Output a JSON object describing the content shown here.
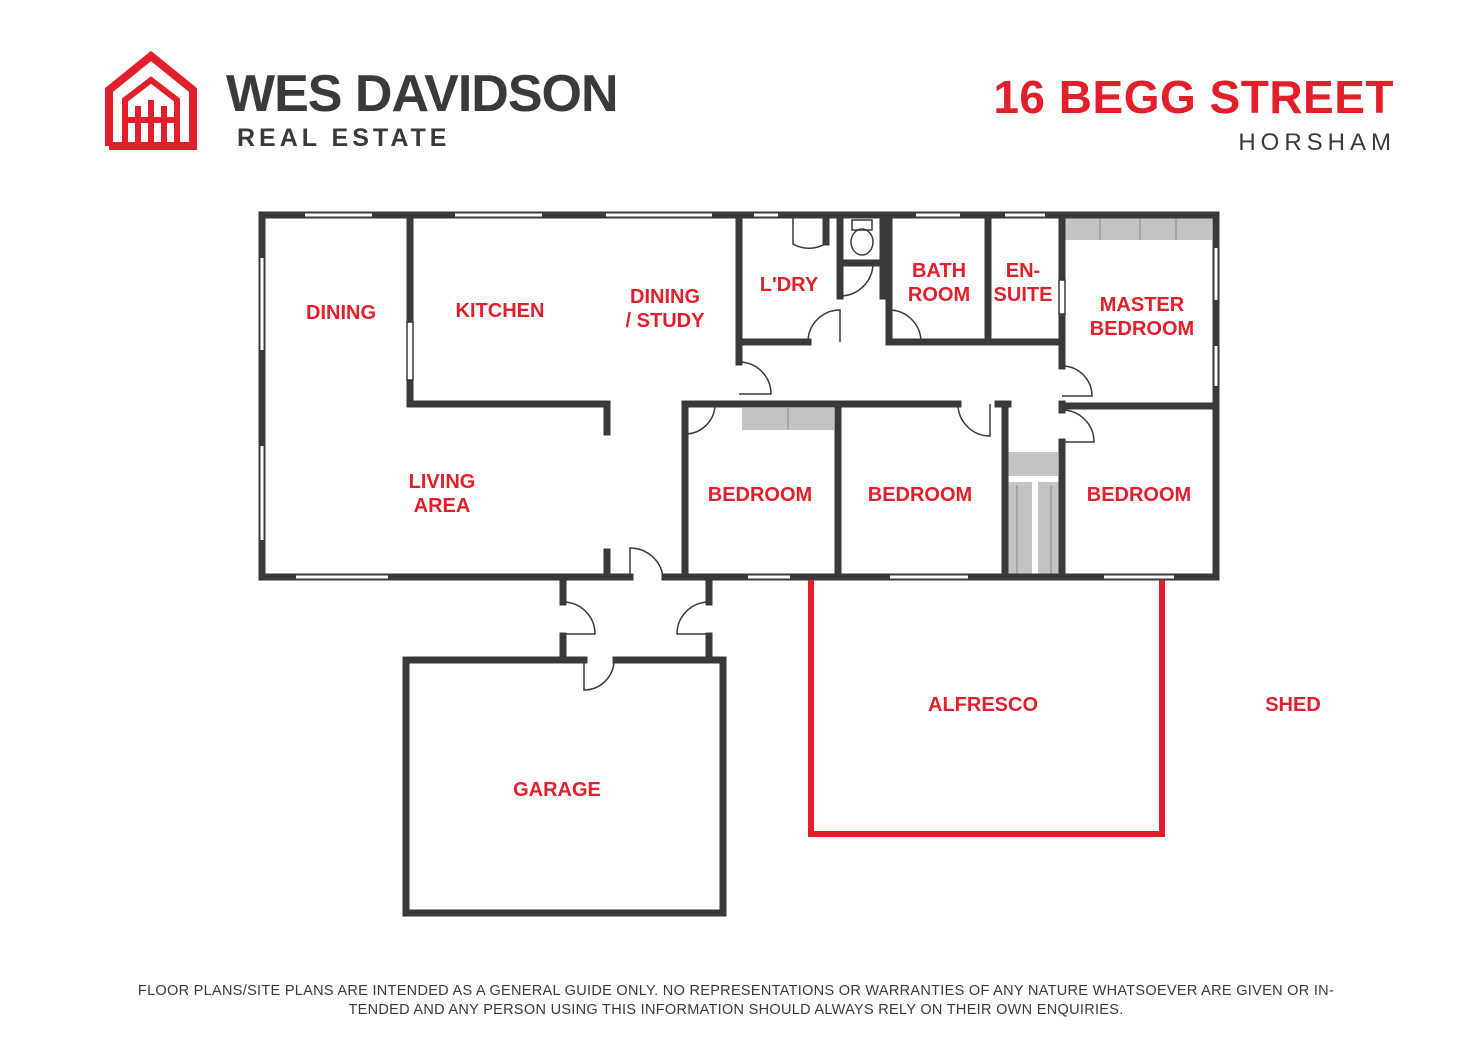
{
  "brand": {
    "name": "WES DAVIDSON",
    "subtitle": "REAL ESTATE",
    "logo_icon": "house-logo-icon",
    "color": "#e21f2a"
  },
  "property": {
    "address": "16 BEGG STREET",
    "suburb": "HORSHAM"
  },
  "rooms": {
    "dining": "DINING",
    "kitchen": "KITCHEN",
    "dining_study_1": "DINING",
    "dining_study_2": "/ STUDY",
    "laundry": "L'DRY",
    "bathroom_1": "BATH",
    "bathroom_2": "ROOM",
    "ensuite_1": "EN-",
    "ensuite_2": "SUITE",
    "master_1": "MASTER",
    "master_2": "BEDROOM",
    "living_1": "LIVING",
    "living_2": "AREA",
    "bedroom_2": "BEDROOM",
    "bedroom_3": "BEDROOM",
    "bedroom_4": "BEDROOM",
    "alfresco": "ALFRESCO",
    "shed": "SHED",
    "garage": "GARAGE"
  },
  "colors": {
    "wall": "#3a3a3c",
    "label": "#e21f2a",
    "alfresco_outline": "#e21f2a",
    "robe": "#c4c4c4"
  },
  "disclaimer": {
    "line1": "FLOOR PLANS/SITE PLANS ARE INTENDED AS A GENERAL GUIDE ONLY. NO REPRESENTATIONS OR WARRANTIES OF ANY NATURE WHATSOEVER ARE GIVEN OR IN-",
    "line2": "TENDED AND ANY PERSON USING THIS INFORMATION SHOULD ALWAYS RELY ON THEIR OWN ENQUIRIES."
  }
}
